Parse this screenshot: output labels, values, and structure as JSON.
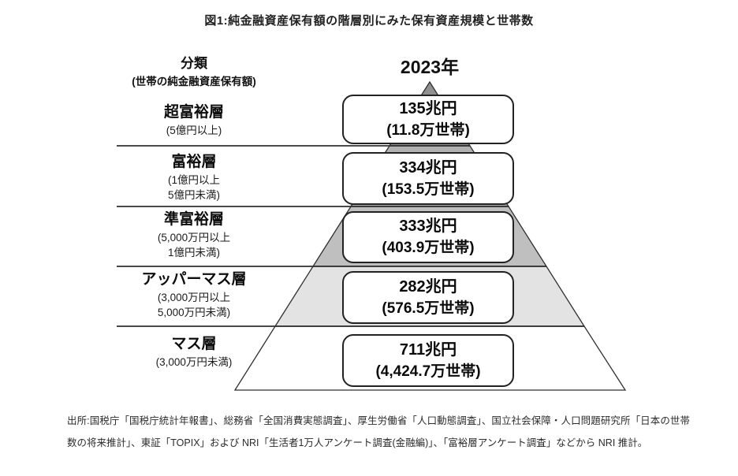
{
  "figure": {
    "title": "図1:純金融資産保有額の階層別にみた保有資産規模と世帯数",
    "classification": {
      "header": "分類",
      "subheader": "(世帯の純金融資産保有額)"
    },
    "year_label": "2023年",
    "source": "出所:国税庁「国税庁統計年報書」、総務省「全国消費実態調査」、厚生労働省「人口動態調査」、国立社会保障・人口問題研究所「日本の世帯数の将来推計」、東証「TOPIX」および NRI「生活者1万人アンケート調査(金融編)」、「富裕層アンケート調査」などから NRI 推計。"
  },
  "chart_data": {
    "type": "pyramid",
    "title": "図1:純金融資産保有額の階層別にみた保有資産規模と世帯数",
    "year": "2023年",
    "amount_unit": "兆円",
    "household_unit": "万世帯",
    "tiers": [
      {
        "name": "超富裕層",
        "range_lines": [
          "(5億円以上)"
        ],
        "amount": "135兆円",
        "amount_trillion_yen": 135,
        "households": "(11.8万世帯)",
        "households_10k": 11.8,
        "band_color": "#909090"
      },
      {
        "name": "富裕層",
        "range_lines": [
          "(1億円以上",
          "5億円未満)"
        ],
        "amount": "334兆円",
        "amount_trillion_yen": 334,
        "households": "(153.5万世帯)",
        "households_10k": 153.5,
        "band_color": "#b2b2b2"
      },
      {
        "name": "準富裕層",
        "range_lines": [
          "(5,000万円以上",
          "1億円未満)"
        ],
        "amount": "333兆円",
        "amount_trillion_yen": 333,
        "households": "(403.9万世帯)",
        "households_10k": 403.9,
        "band_color": "#bfbfbf"
      },
      {
        "name": "アッパーマス層",
        "range_lines": [
          "(3,000万円以上",
          "5,000万円未満)"
        ],
        "amount": "282兆円",
        "amount_trillion_yen": 282,
        "households": "(576.5万世帯)",
        "households_10k": 576.5,
        "band_color": "#e3e3e3"
      },
      {
        "name": "マス層",
        "range_lines": [
          "(3,000万円未満)"
        ],
        "amount": "711兆円",
        "amount_trillion_yen": 711,
        "households": "(4,424.7万世帯)",
        "households_10k": 4424.7,
        "band_color": "#ffffff"
      }
    ]
  }
}
